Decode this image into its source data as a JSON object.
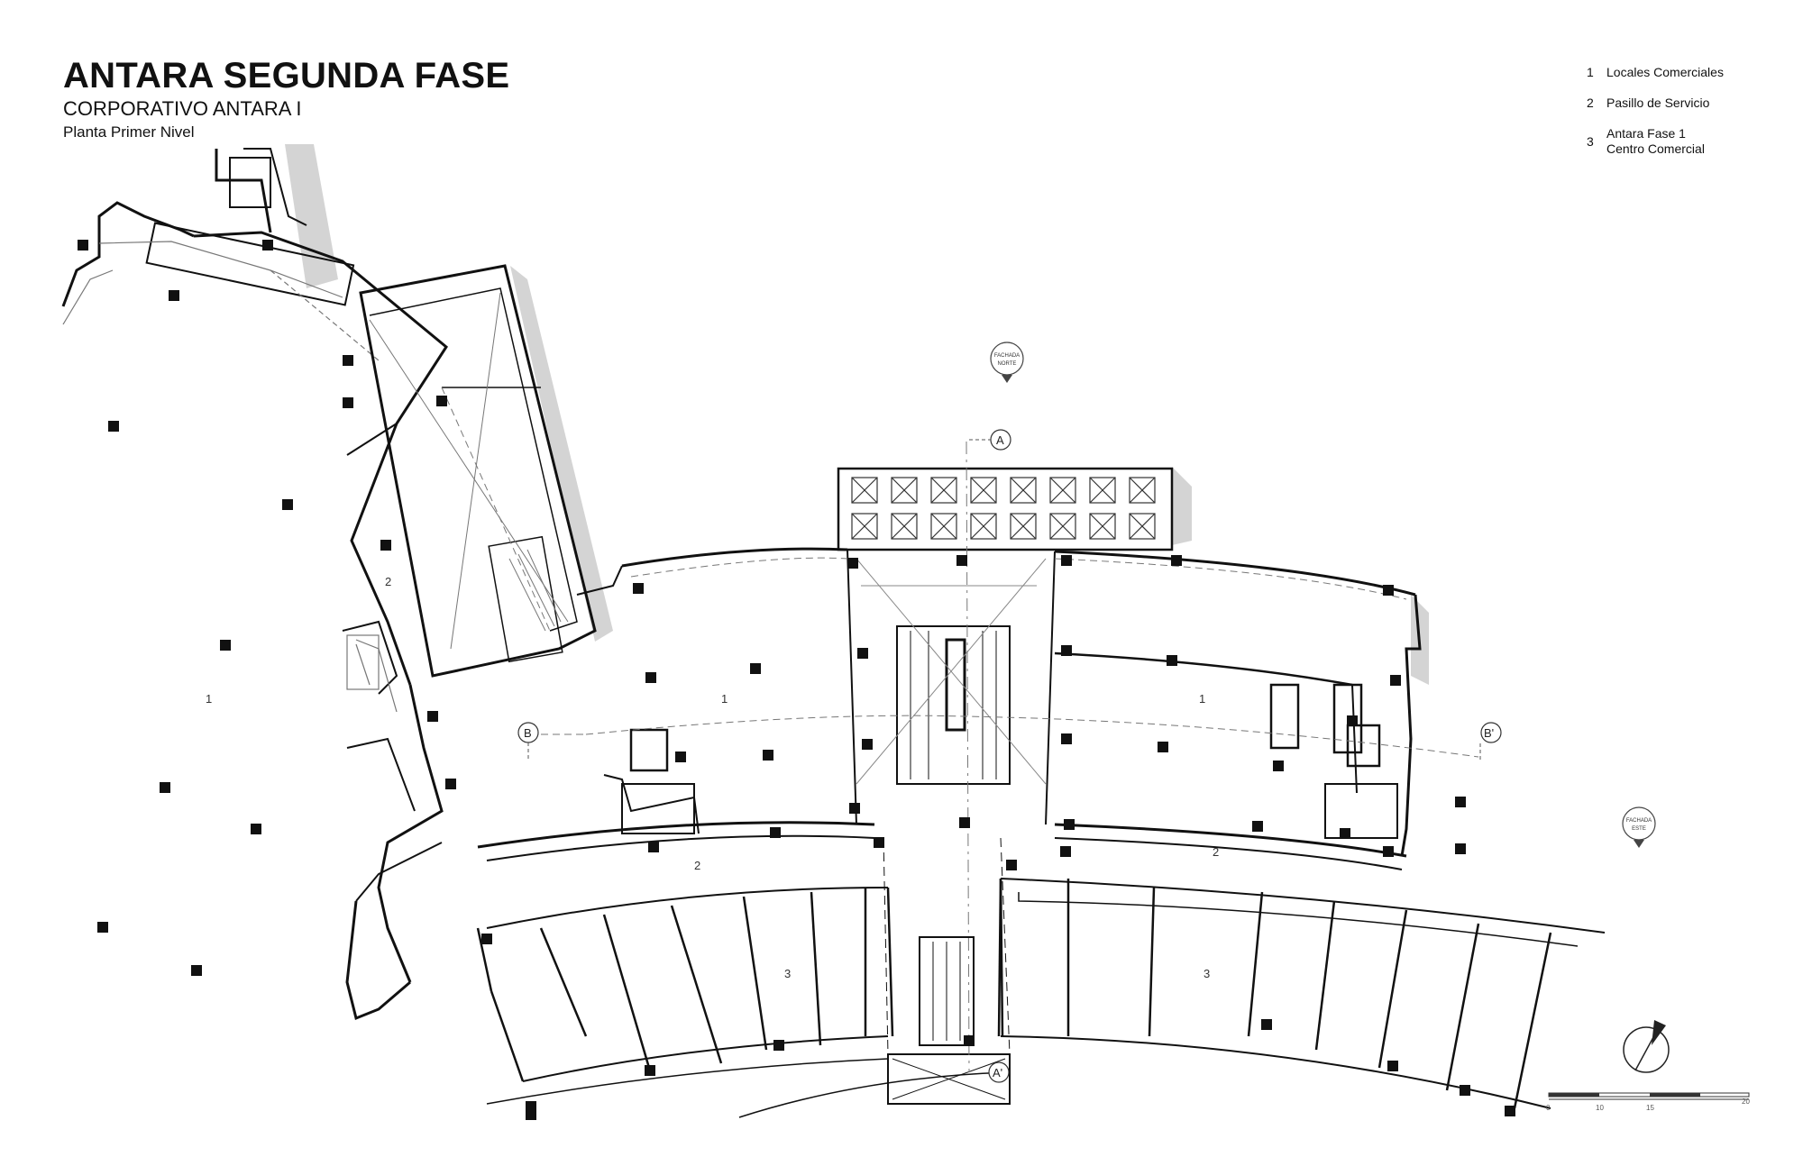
{
  "header": {
    "title": "ANTARA SEGUNDA FASE",
    "subtitle": "CORPORATIVO ANTARA I",
    "caption": "Planta Primer Nivel"
  },
  "legend": [
    {
      "num": "1",
      "label": "Locales Comerciales",
      "label2": ""
    },
    {
      "num": "2",
      "label": "Pasillo de Servicio",
      "label2": ""
    },
    {
      "num": "3",
      "label": "Antara Fase 1",
      "label2": "Centro Comercial"
    }
  ],
  "plan": {
    "space_labels": {
      "west_shops": "1",
      "west_corridor": "2",
      "center_west_shops": "1",
      "center_east_shops": "1",
      "south_west_corridor": "2",
      "south_east_corridor": "2",
      "south_west_mall": "3",
      "south_east_mall": "3"
    },
    "section_markers": {
      "a_top": "A",
      "a_bottom": "A'",
      "b_left": "B",
      "b_right": "B'"
    },
    "elevation_tags": {
      "north_line1": "FACHADA",
      "north_line2": "NORTE",
      "east_line1": "FACHADA",
      "east_line2": "ESTE"
    },
    "scale_labels": [
      "0",
      "10",
      "15",
      "20"
    ]
  },
  "colors": {
    "ink": "#111111",
    "thin_line": "#555555",
    "shadow": "#d2d2d2",
    "column": "#111111"
  }
}
